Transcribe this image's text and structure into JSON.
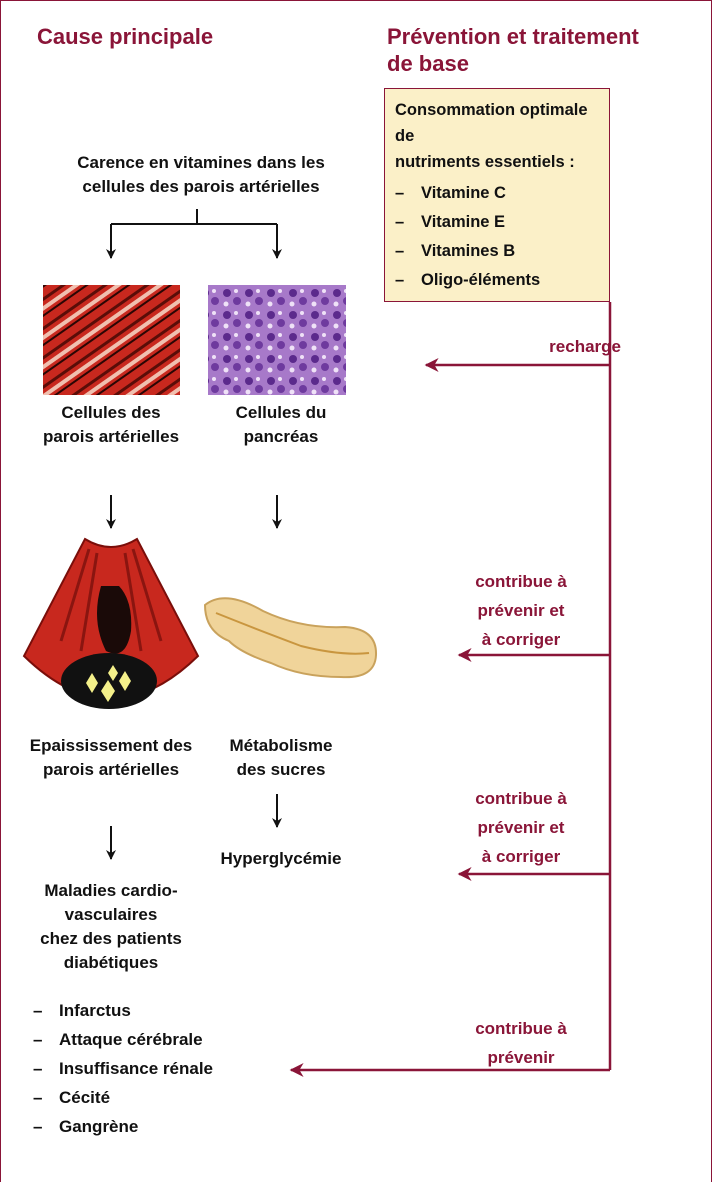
{
  "headings": {
    "cause": "Cause principale",
    "prevention_line1": "Prévention et traitement",
    "prevention_line2": "de base"
  },
  "nutrients_box": {
    "intro_line1": "Consommation optimale de",
    "intro_line2": "nutriments essentiels :",
    "items": [
      "Vitamine C",
      "Vitamine E",
      "Vitamines B",
      "Oligo-éléments"
    ]
  },
  "left_column": {
    "deficiency_line1": "Carence en vitamines dans les",
    "deficiency_line2": "cellules des parois artérielles",
    "arterial_cells_line1": "Cellules des",
    "arterial_cells_line2": "parois artérielles",
    "pancreas_cells_line1": "Cellules du",
    "pancreas_cells_line2": "pancréas",
    "thickening_line1": "Epaississement des",
    "thickening_line2": "parois artérielles",
    "sugar_line1": "Métabolisme",
    "sugar_line2": "des sucres",
    "hyperglycemia": "Hyperglycémie",
    "disease_line1": "Maladies cardio-",
    "disease_line2": "vasculaires",
    "disease_line3": "chez des patients",
    "disease_line4": "diabétiques",
    "outcomes": [
      "Infarctus",
      "Attaque cérébrale",
      "Insuffisance rénale",
      "Cécité",
      "Gangrène"
    ]
  },
  "arrow_labels": {
    "recharge": "recharge",
    "contribute1_line1": "contribue à",
    "contribute1_line2": "prévenir et",
    "contribute1_line3": "à corriger",
    "contribute2_line1": "contribue à",
    "contribute2_line2": "prévenir et",
    "contribute2_line3": "à corriger",
    "contribute3_line1": "contribue à",
    "contribute3_line2": "prévenir"
  },
  "list_dash": "–",
  "colors": {
    "accent": "#8a1538",
    "box_fill": "#fbf0c8",
    "arrow": "#111111"
  }
}
